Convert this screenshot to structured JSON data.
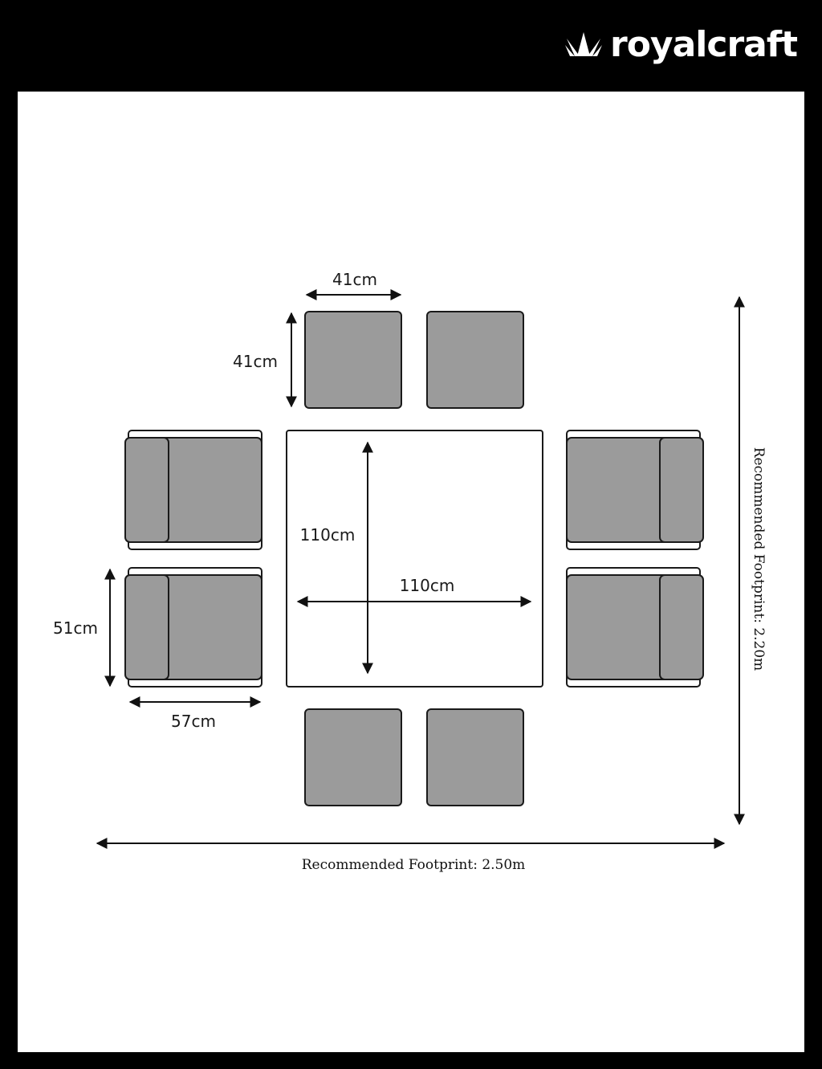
{
  "brand": {
    "name": "royalcraft",
    "logo_icon": "crown-icon",
    "header_color": "#000000"
  },
  "colors": {
    "cushion": "#9b9b9b",
    "outline": "#1a1a1a",
    "background": "#ffffff"
  },
  "dimensions": {
    "stool_width": "41cm",
    "stool_depth": "41cm",
    "table_depth": "110cm",
    "table_width": "110cm",
    "chair_depth": "51cm",
    "chair_width": "57cm",
    "footprint_height": "Recommended Footprint: 2.20m",
    "footprint_width": "Recommended Footprint: 2.50m"
  }
}
